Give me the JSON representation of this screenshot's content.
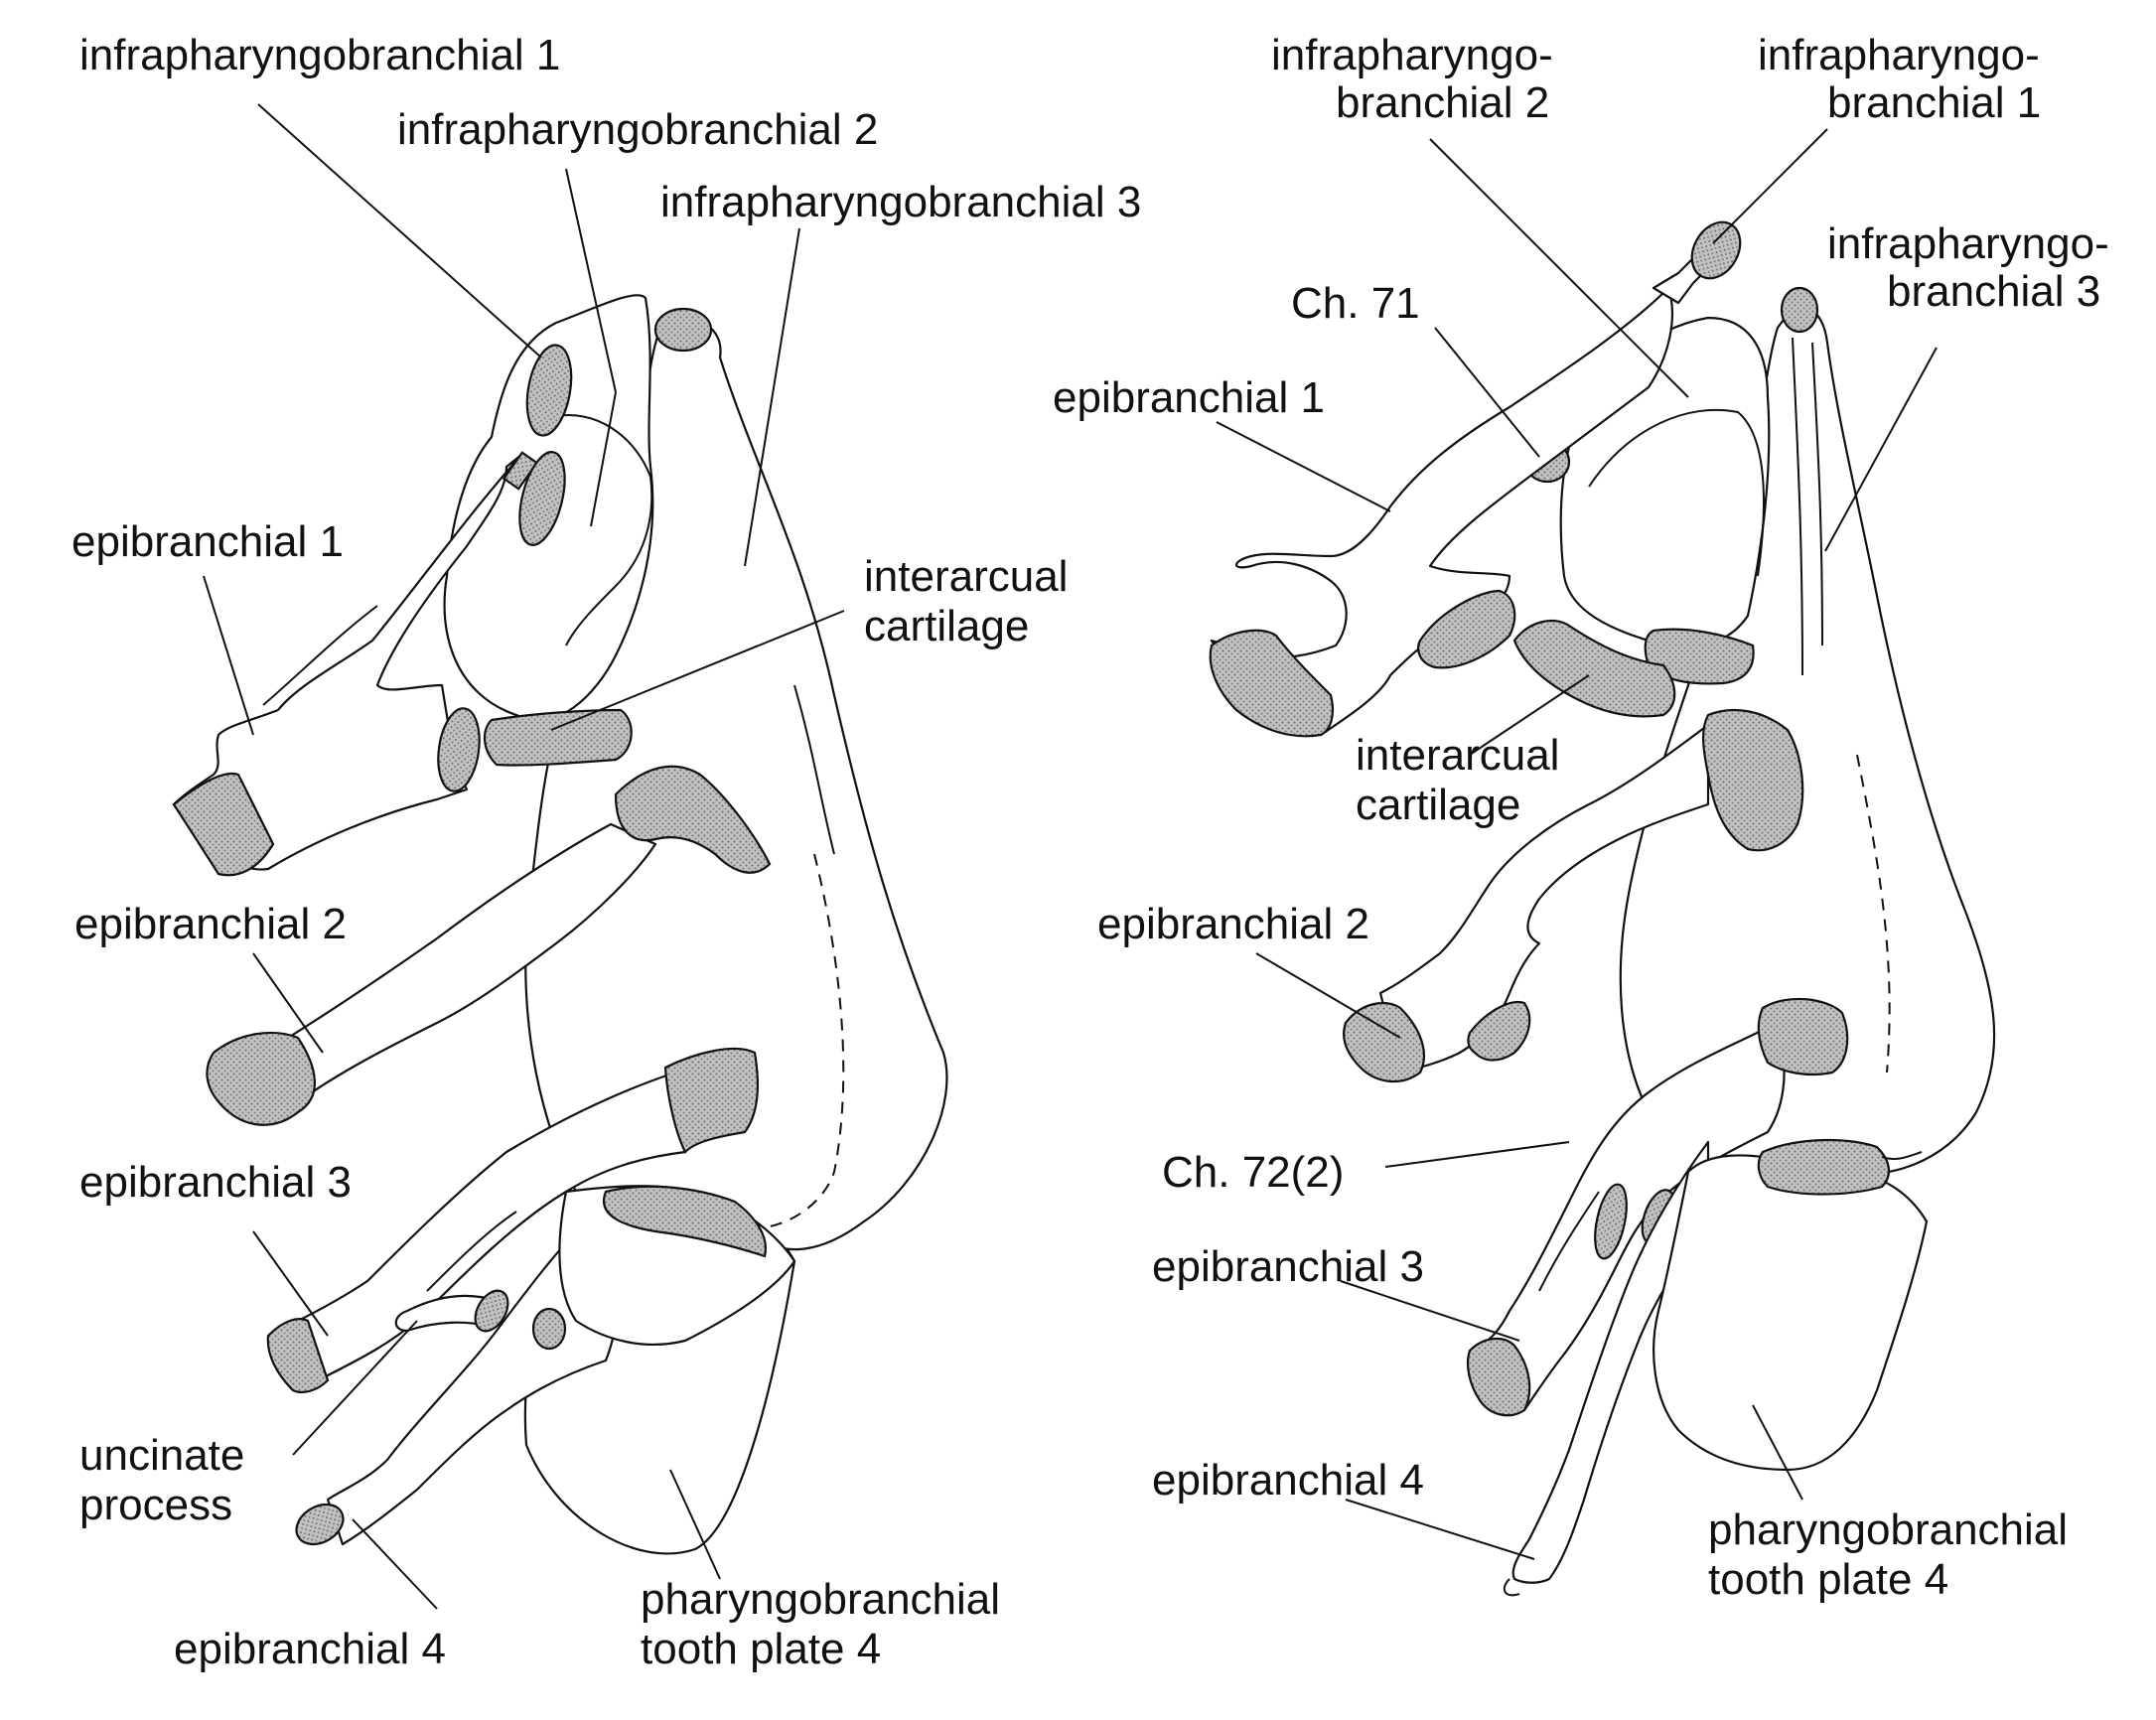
{
  "left_view": {
    "labels": {
      "infrapharyngobranchial_1": [
        "infrapharyngobranchial 1"
      ],
      "infrapharyngobranchial_2": [
        "infrapharyngobranchial 2"
      ],
      "infrapharyngobranchial_3": [
        "infrapharyngobranchial 3"
      ],
      "epibranchial_1": [
        "epibranchial 1"
      ],
      "interarcual_cartilage": [
        "interarcual",
        "cartilage"
      ],
      "epibranchial_2": [
        "epibranchial 2"
      ],
      "epibranchial_3": [
        "epibranchial 3"
      ],
      "uncinate_process": [
        "uncinate",
        "process"
      ],
      "epibranchial_4": [
        "epibranchial 4"
      ],
      "pharyngobranchial_tooth_plate_4": [
        "pharyngobranchial",
        "tooth plate 4"
      ]
    }
  },
  "right_view": {
    "labels": {
      "infrapharyngobranchial_2": [
        "infrapharyngo-",
        "branchial 2"
      ],
      "infrapharyngobranchial_1": [
        "infrapharyngo-",
        "branchial 1"
      ],
      "infrapharyngobranchial_3": [
        "infrapharyngo-",
        "branchial 3"
      ],
      "ch_71": [
        "Ch. 71"
      ],
      "epibranchial_1": [
        "epibranchial 1"
      ],
      "interarcual_cartilage": [
        "interarcual",
        "cartilage"
      ],
      "epibranchial_2": [
        "epibranchial 2"
      ],
      "ch_72_2": [
        "Ch. 72(2)"
      ],
      "epibranchial_3": [
        "epibranchial 3"
      ],
      "epibranchial_4": [
        "epibranchial 4"
      ],
      "pharyngobranchial_tooth_plate_4": [
        "pharyngobranchial",
        "tooth plate 4"
      ]
    }
  },
  "style": {
    "line_color": "#111111",
    "cartilage_fill": "#b5b5b5",
    "background": "#ffffff"
  }
}
